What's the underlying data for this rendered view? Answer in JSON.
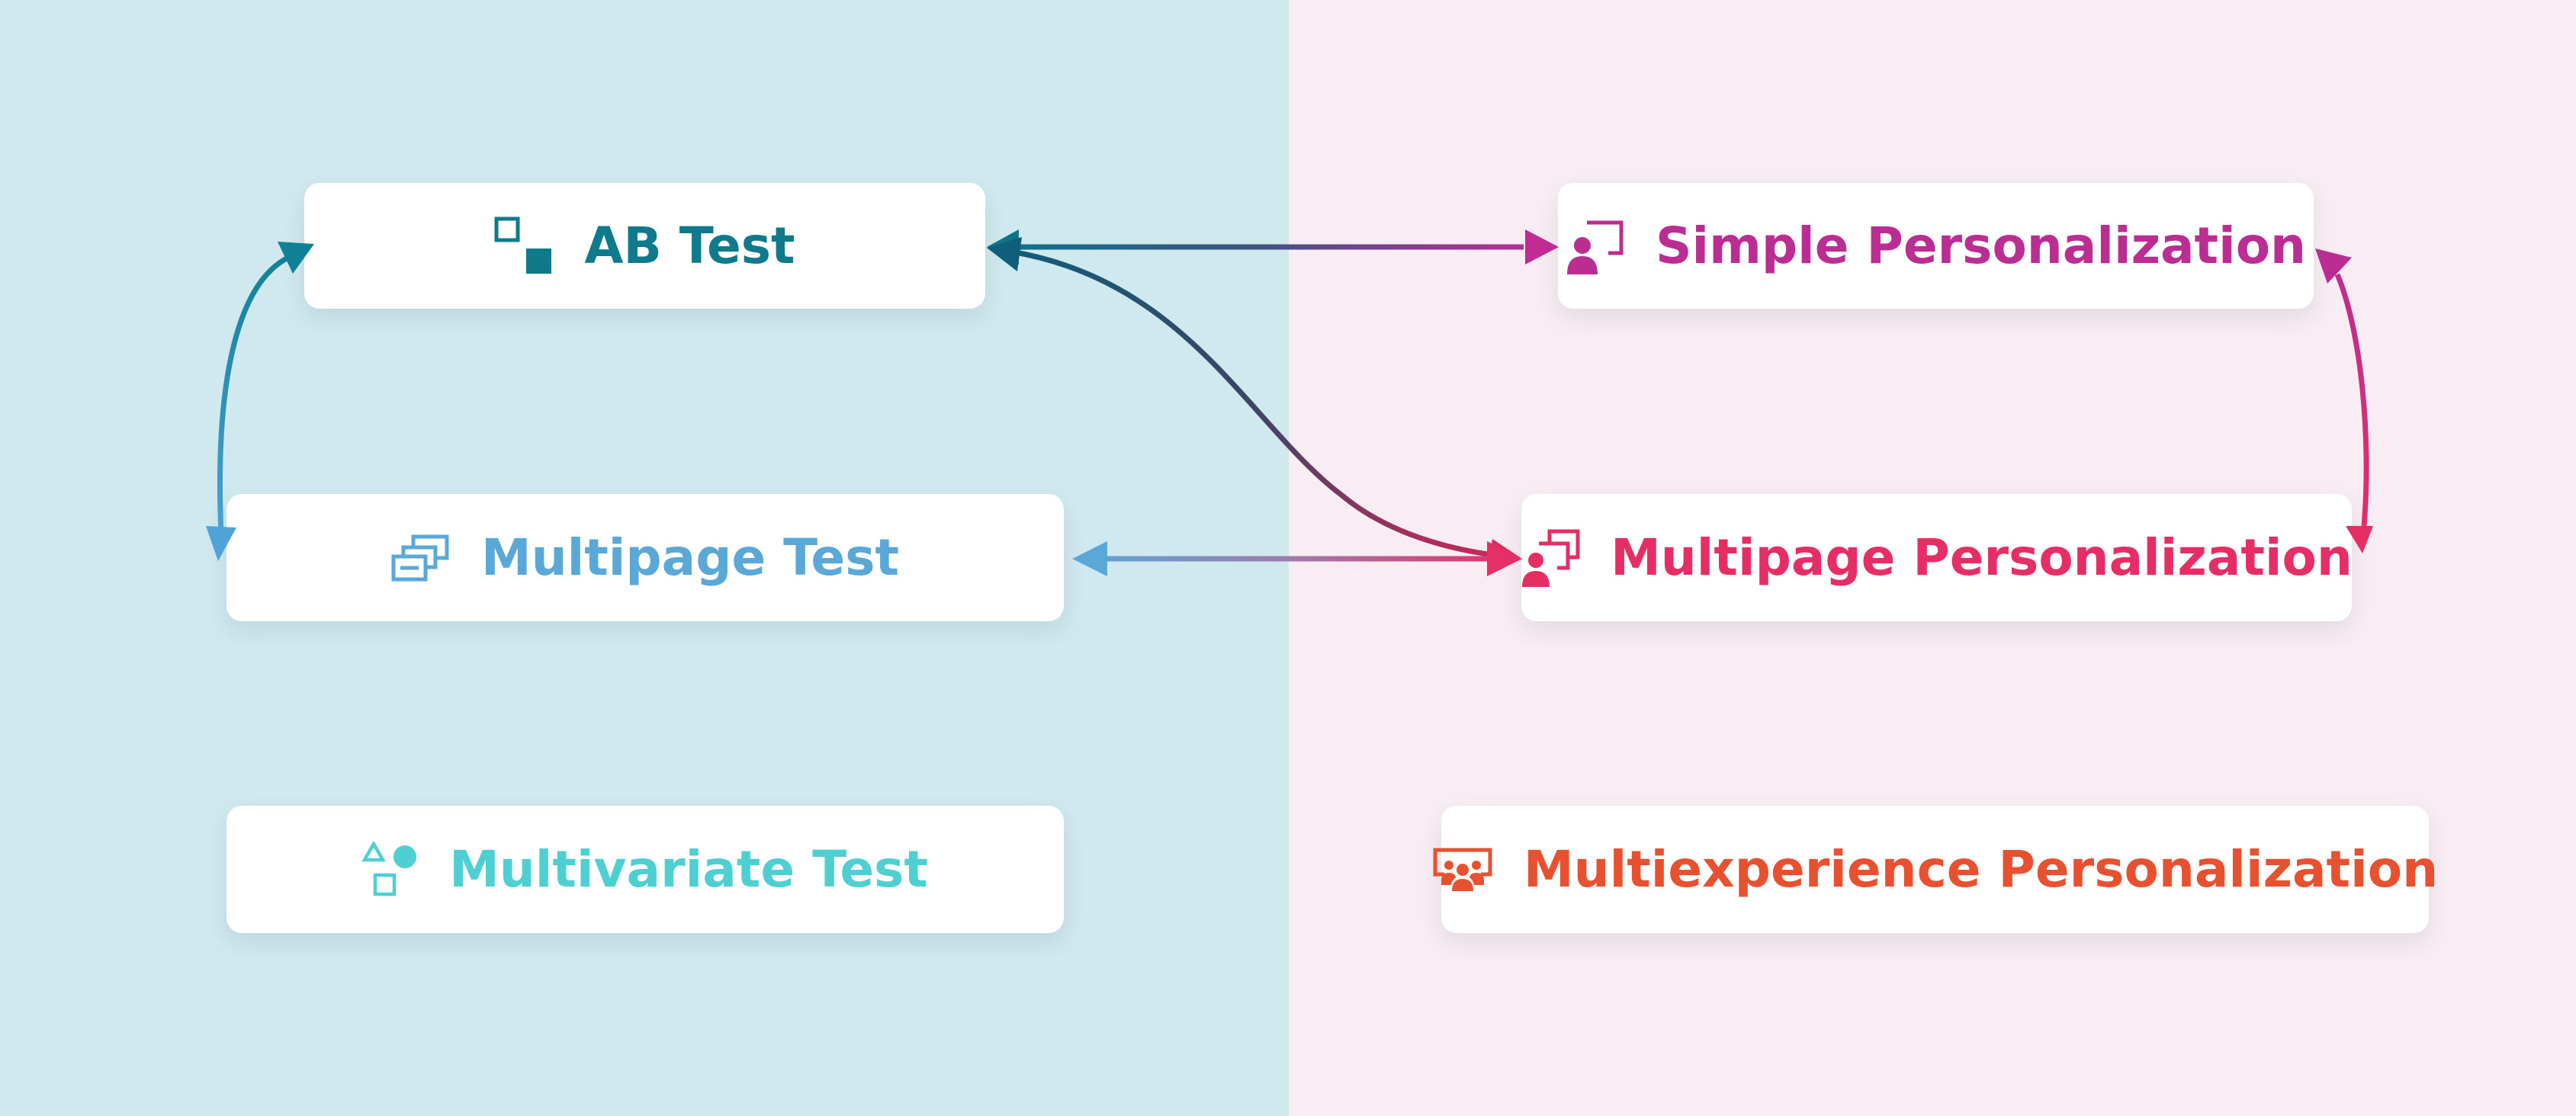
{
  "colors": {
    "left_background": "#cfe9ee",
    "right_background": "#f8edf3",
    "ab_test": "#0e7a8c",
    "multipage_test": "#5aa8d8",
    "multivariate_test": "#4ed0d3",
    "simple_personalization": "#bc2d93",
    "multipage_personalization": "#e62e65",
    "multiexperience_personalization": "#e8512f"
  },
  "nodes": {
    "ab_test": {
      "label": "AB Test",
      "icon": "ab-squares-icon"
    },
    "multipage_test": {
      "label": "Multipage Test",
      "icon": "stacked-pages-icon"
    },
    "multivariate_test": {
      "label": "Multivariate Test",
      "icon": "shapes-icon"
    },
    "simple_personalization": {
      "label": "Simple Personalization",
      "icon": "person-screen-icon"
    },
    "multipage_personalization": {
      "label": "Multipage Personalization",
      "icon": "person-stacked-screens-icon"
    },
    "multiexperience_personalization": {
      "label": "Multiexperience Personalization",
      "icon": "group-screen-icon"
    }
  },
  "connections": [
    {
      "from": "ab_test",
      "to": "simple_personalization",
      "direction": "both"
    },
    {
      "from": "ab_test",
      "to": "multipage_personalization",
      "direction": "both"
    },
    {
      "from": "ab_test",
      "to": "multipage_test",
      "direction": "both"
    },
    {
      "from": "multipage_test",
      "to": "multipage_personalization",
      "direction": "both"
    },
    {
      "from": "simple_personalization",
      "to": "multipage_personalization",
      "direction": "both"
    }
  ]
}
